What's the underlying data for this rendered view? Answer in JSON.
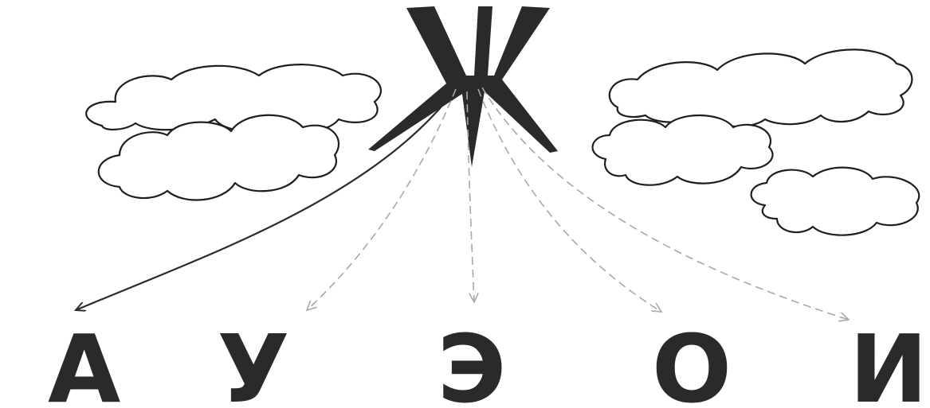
{
  "diagram": {
    "source_letter": "Ж",
    "target_letters": [
      {
        "letter": "А",
        "arrow": "solid"
      },
      {
        "letter": "У",
        "arrow": "dashed"
      },
      {
        "letter": "Э",
        "arrow": "dashed"
      },
      {
        "letter": "О",
        "arrow": "dashed"
      },
      {
        "letter": "И",
        "arrow": "dashed"
      }
    ],
    "colors": {
      "ink": "#2a2a2a",
      "dashed_arrow": "#a8a8a8",
      "background": "#ffffff"
    }
  }
}
